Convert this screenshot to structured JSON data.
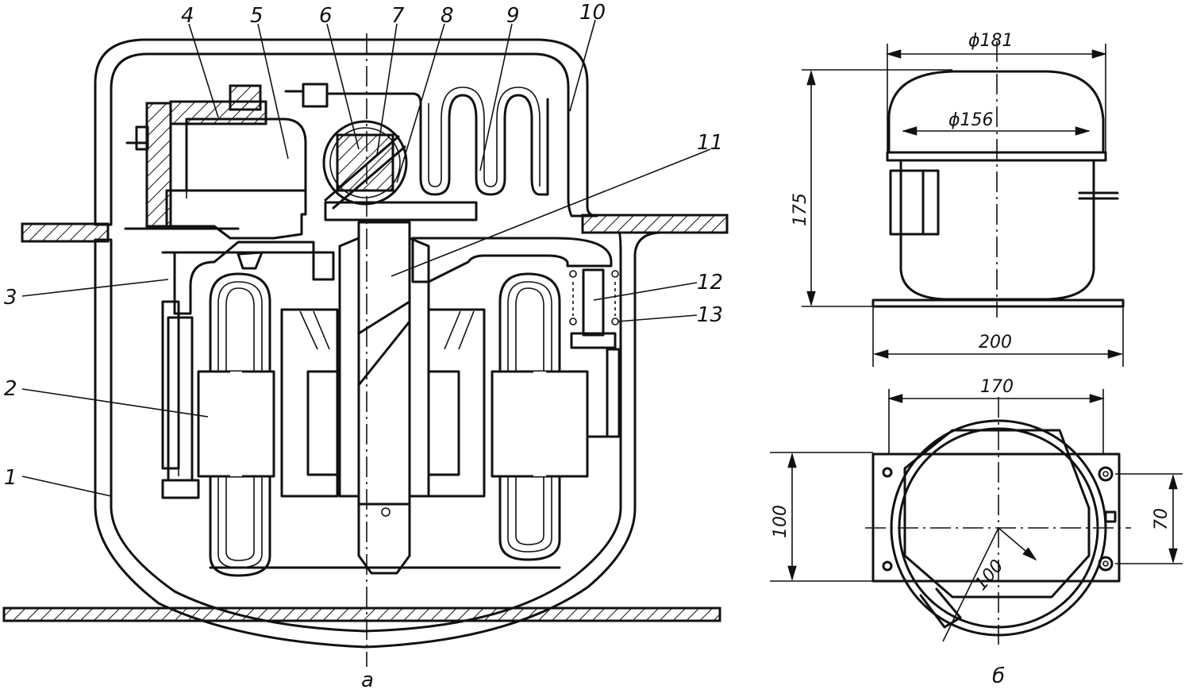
{
  "figure": {
    "left_caption": "а",
    "right_caption": "б",
    "part_labels": [
      "1",
      "2",
      "3",
      "4",
      "5",
      "6",
      "7",
      "8",
      "9",
      "10",
      "11",
      "12",
      "13"
    ],
    "top_view": {
      "outer_diameter": "ϕ181",
      "inner_diameter": "ϕ156",
      "height": "175",
      "base_width": "200"
    },
    "bottom_view": {
      "width": "170",
      "mount_spacing": "100",
      "hole_spacing": "70",
      "radius": "100"
    }
  },
  "colors": {
    "ink": "#111111",
    "paper": "#ffffff"
  }
}
